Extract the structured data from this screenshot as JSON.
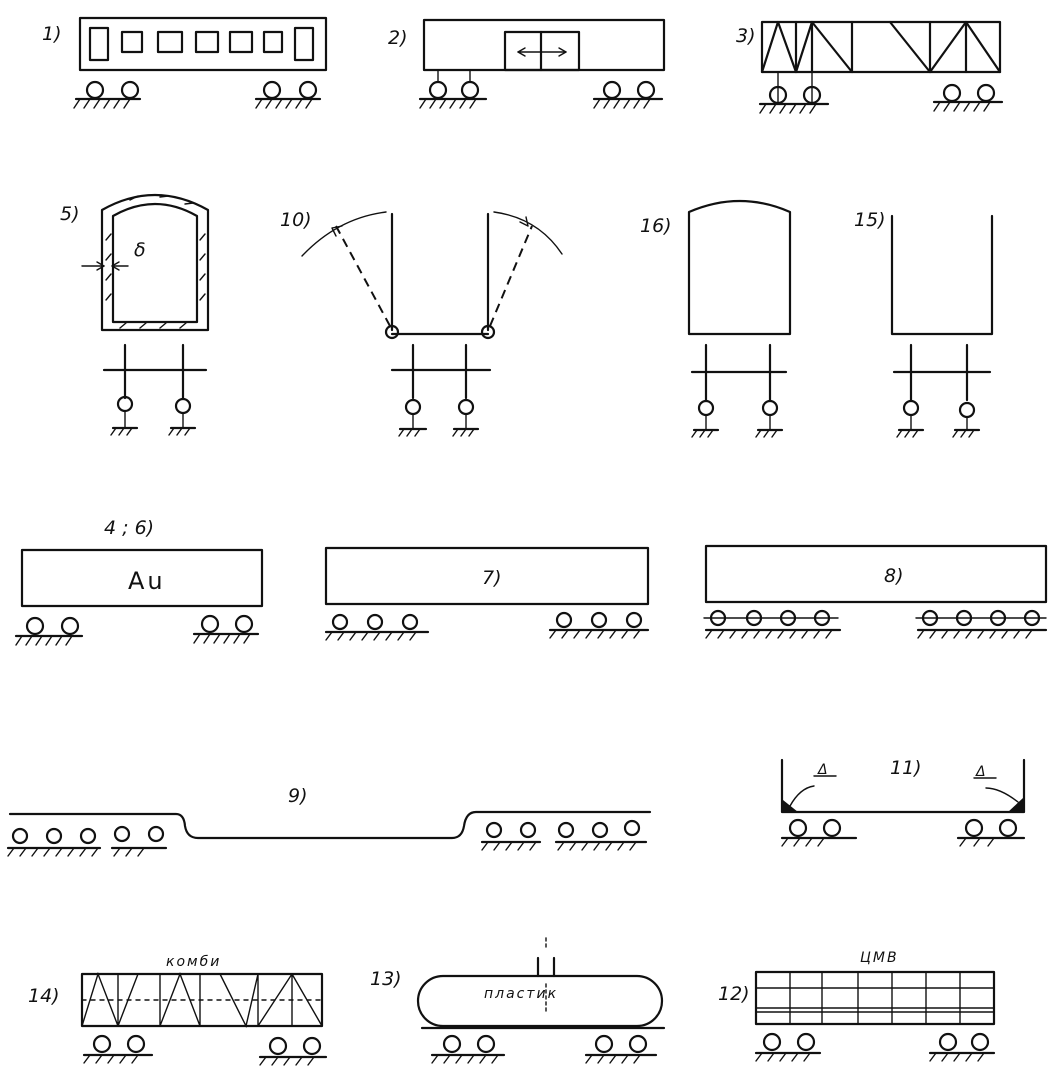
{
  "labels": {
    "d1": "1)",
    "d2": "2)",
    "d3": "3)",
    "d5": "5)",
    "d10": "10)",
    "d16": "16)",
    "d15": "15)",
    "d46": "4 ; 6)",
    "d7": "7)",
    "d8": "8)",
    "d9": "9)",
    "d11": "11)",
    "d14": "14)",
    "d13": "13)",
    "d12": "12)"
  },
  "inscriptions": {
    "delta": "δ",
    "au": "Au",
    "kombi": "комби",
    "plastik": "пластик",
    "cmv": "ЦМВ",
    "delta_mark_left": "Δ",
    "delta_mark_right": "Δ"
  }
}
